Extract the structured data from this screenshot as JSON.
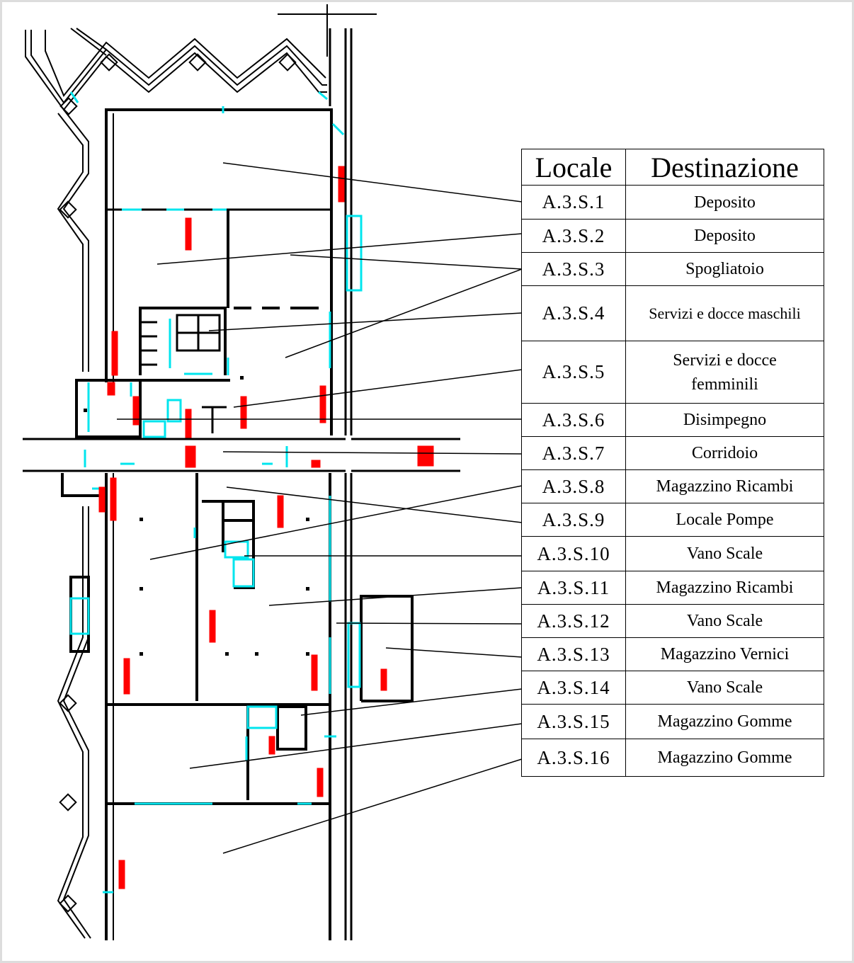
{
  "legend": {
    "header_code": "Locale",
    "header_dest": "Destinazione",
    "rows": [
      {
        "code": "A.3.S.1",
        "dest": "Deposito"
      },
      {
        "code": "A.3.S.2",
        "dest": "Deposito"
      },
      {
        "code": "A.3.S.3",
        "dest": "Spogliatoio"
      },
      {
        "code": "A.3.S.4",
        "dest": "Servizi e docce maschili"
      },
      {
        "code": "A.3.S.5",
        "dest": "Servizi e docce femminili"
      },
      {
        "code": "A.3.S.6",
        "dest": "Disimpegno"
      },
      {
        "code": "A.3.S.7",
        "dest": "Corridoio"
      },
      {
        "code": "A.3.S.8",
        "dest": "Magazzino Ricambi"
      },
      {
        "code": "A.3.S.9",
        "dest": "Locale Pompe"
      },
      {
        "code": "A.3.S.10",
        "dest": "Vano Scale"
      },
      {
        "code": "A.3.S.11",
        "dest": "Magazzino Ricambi"
      },
      {
        "code": "A.3.S.12",
        "dest": "Vano Scale"
      },
      {
        "code": "A.3.S.13",
        "dest": "Magazzino Vernici"
      },
      {
        "code": "A.3.S.14",
        "dest": "Vano Scale"
      },
      {
        "code": "A.3.S.15",
        "dest": "Magazzino Gomme"
      },
      {
        "code": "A.3.S.16",
        "dest": "Magazzino Gomme"
      }
    ]
  },
  "colors": {
    "wall": "#000000",
    "door": "#00e5ee",
    "fire_equipment": "#ff0000",
    "frame": "#dddddd"
  }
}
